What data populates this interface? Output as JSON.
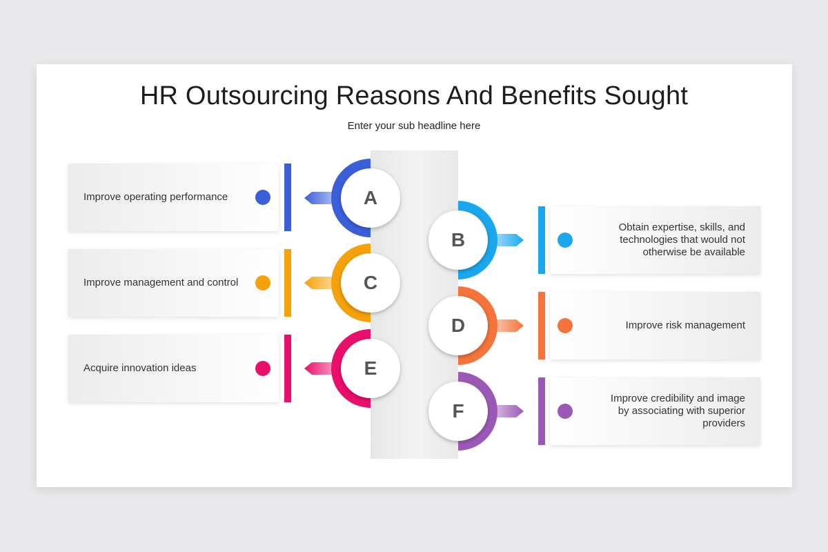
{
  "slide": {
    "title": "HR Outsourcing Reasons And Benefits Sought",
    "subtitle": "Enter your sub headline here"
  },
  "items": [
    {
      "letter": "A",
      "text": "Improve operating performance",
      "color": "#3b5fd9",
      "side": "left"
    },
    {
      "letter": "B",
      "text": "Obtain expertise, skills, and technologies that would not otherwise be available",
      "color": "#1aa7ee",
      "side": "right"
    },
    {
      "letter": "C",
      "text": "Improve management  and control",
      "color": "#f5a20a",
      "side": "left"
    },
    {
      "letter": "D",
      "text": "Improve risk management",
      "color": "#f4743b",
      "side": "right"
    },
    {
      "letter": "E",
      "text": "Acquire innovation ideas",
      "color": "#ea0f6b",
      "side": "left"
    },
    {
      "letter": "F",
      "text": "Improve credibility and image by associating with superior providers",
      "color": "#9b59b6",
      "side": "right"
    }
  ]
}
